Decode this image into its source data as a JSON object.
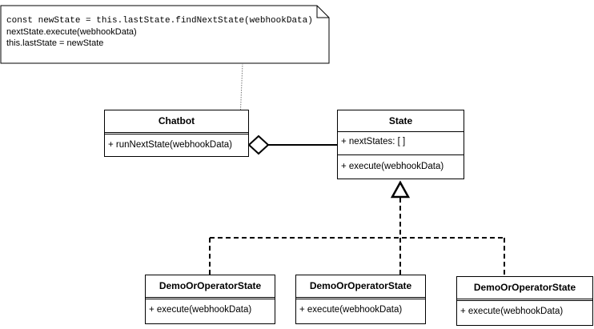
{
  "note": {
    "line1": "const newState = this.lastState.findNextState(webhookData)",
    "line2": "nextState.execute(webhookData)",
    "line3": "this.lastState = newState"
  },
  "chatbot": {
    "title": "Chatbot",
    "method": "+ runNextState(webhookData)"
  },
  "state": {
    "title": "State",
    "attribute": "+ nextStates: [ ]",
    "method": "+ execute(webhookData)"
  },
  "subclasses": [
    {
      "title": "DemoOrOperatorState",
      "method": "+ execute(webhookData)"
    },
    {
      "title": "DemoOrOperatorState",
      "method": "+ execute(webhookData)"
    },
    {
      "title": "DemoOrOperatorState",
      "method": "+ execute(webhookData)"
    }
  ]
}
